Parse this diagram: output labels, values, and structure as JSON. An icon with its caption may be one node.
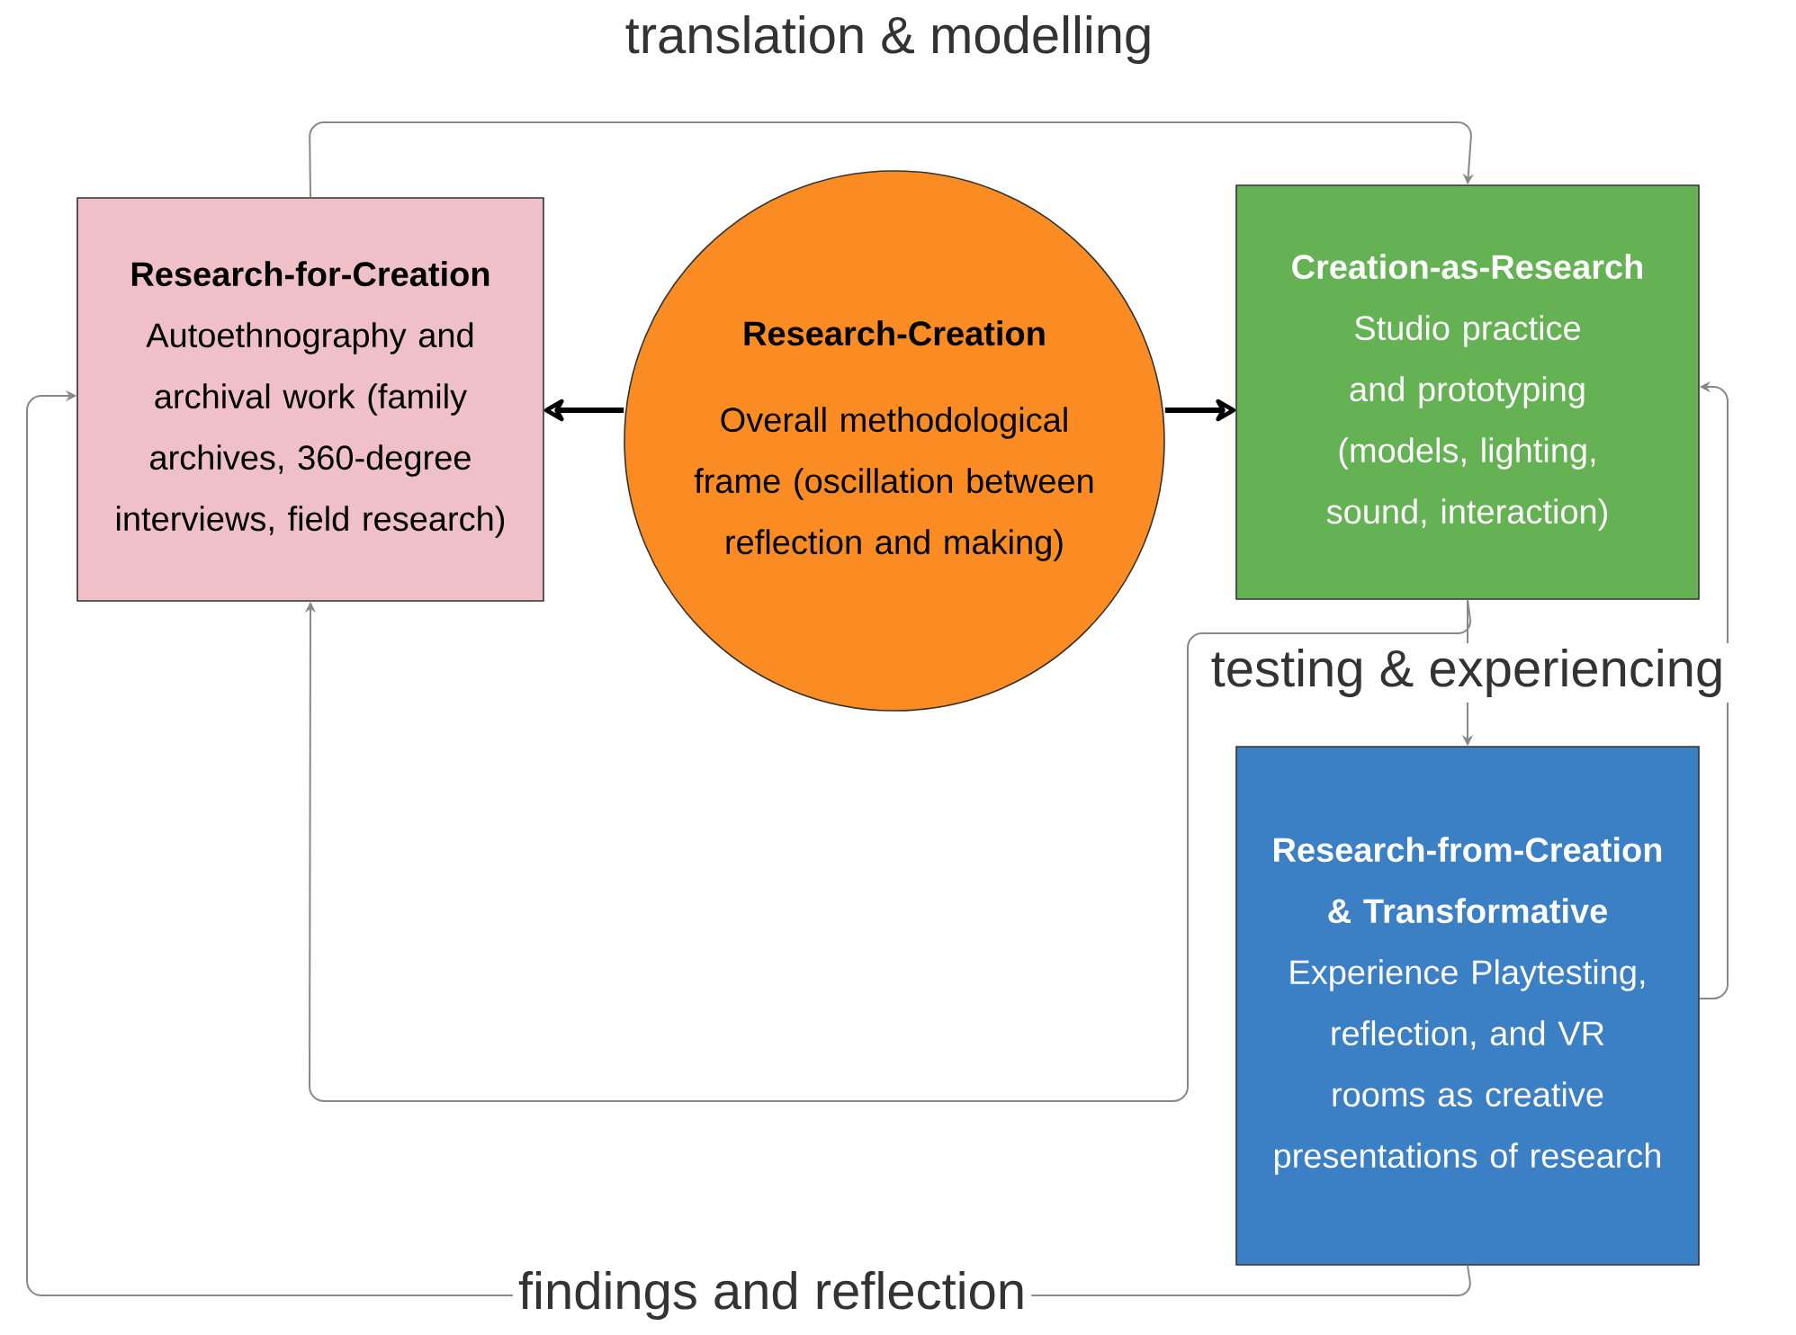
{
  "diagram": {
    "nodes": [
      {
        "text": [
          "Research-for-Creation",
          "Autoethnography and archival work (family archives, 360-degree interviews, field research)"
        ]
      },
      {
        "text": [
          "Research-Creation",
          "Overall methodological frame (oscillation between reflection and making)"
        ]
      },
      {
        "text": [
          "Creation-as-Research",
          "Studio practice and prototyping (models, lighting, sound, interaction)"
        ]
      },
      {
        "text": [
          "Research-from-Creation & Transformative",
          "Experience Playtesting, reflection, and VR rooms as creative presentations of research"
        ]
      }
    ],
    "edges": [
      {
        "from": 1,
        "to": 0,
        "arrow": "to",
        "style": "thick",
        "color": "#000000"
      },
      {
        "from": 1,
        "to": 2,
        "arrow": "to",
        "style": "thick",
        "color": "#000000"
      },
      {
        "from": 0,
        "to": 2,
        "arrow": "to",
        "label": "translation & modelling"
      },
      {
        "from": 2,
        "to": 3,
        "arrow": "to",
        "label": "testing & experiencing"
      },
      {
        "from": 3,
        "to": 0,
        "arrow": "to",
        "label": "findings and reflection"
      },
      {
        "from": 3,
        "to": 2,
        "arrow": "to"
      },
      {
        "from": 2,
        "to": 0,
        "arrow": "to"
      }
    ]
  }
}
